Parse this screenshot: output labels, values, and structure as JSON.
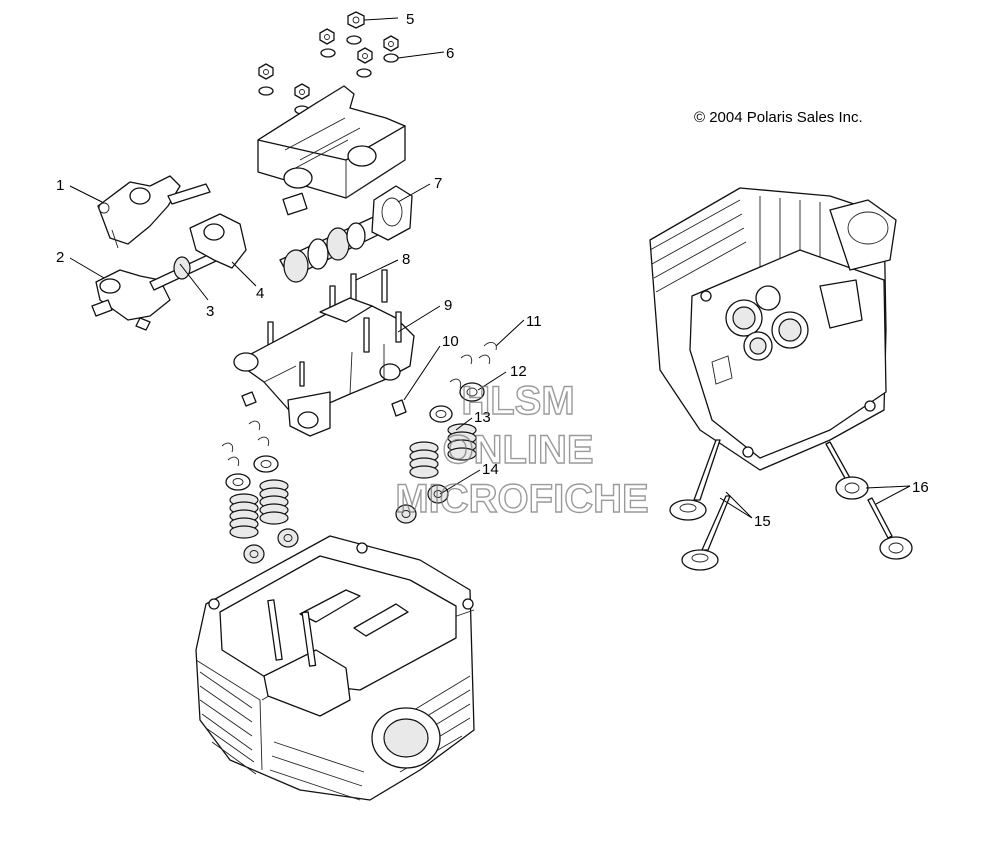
{
  "copyright": "© 2004 Polaris Sales Inc.",
  "watermark": {
    "line1": "HLSM",
    "line2": "ONLINE",
    "line3": "MICROFICHE"
  },
  "callouts": {
    "c1": "1",
    "c2": "2",
    "c3": "3",
    "c4": "4",
    "c5": "5",
    "c6": "6",
    "c7": "7",
    "c8": "8",
    "c9": "9",
    "c10": "10",
    "c11": "11",
    "c12": "12",
    "c13": "13",
    "c14": "14",
    "c15": "15",
    "c16": "16"
  }
}
